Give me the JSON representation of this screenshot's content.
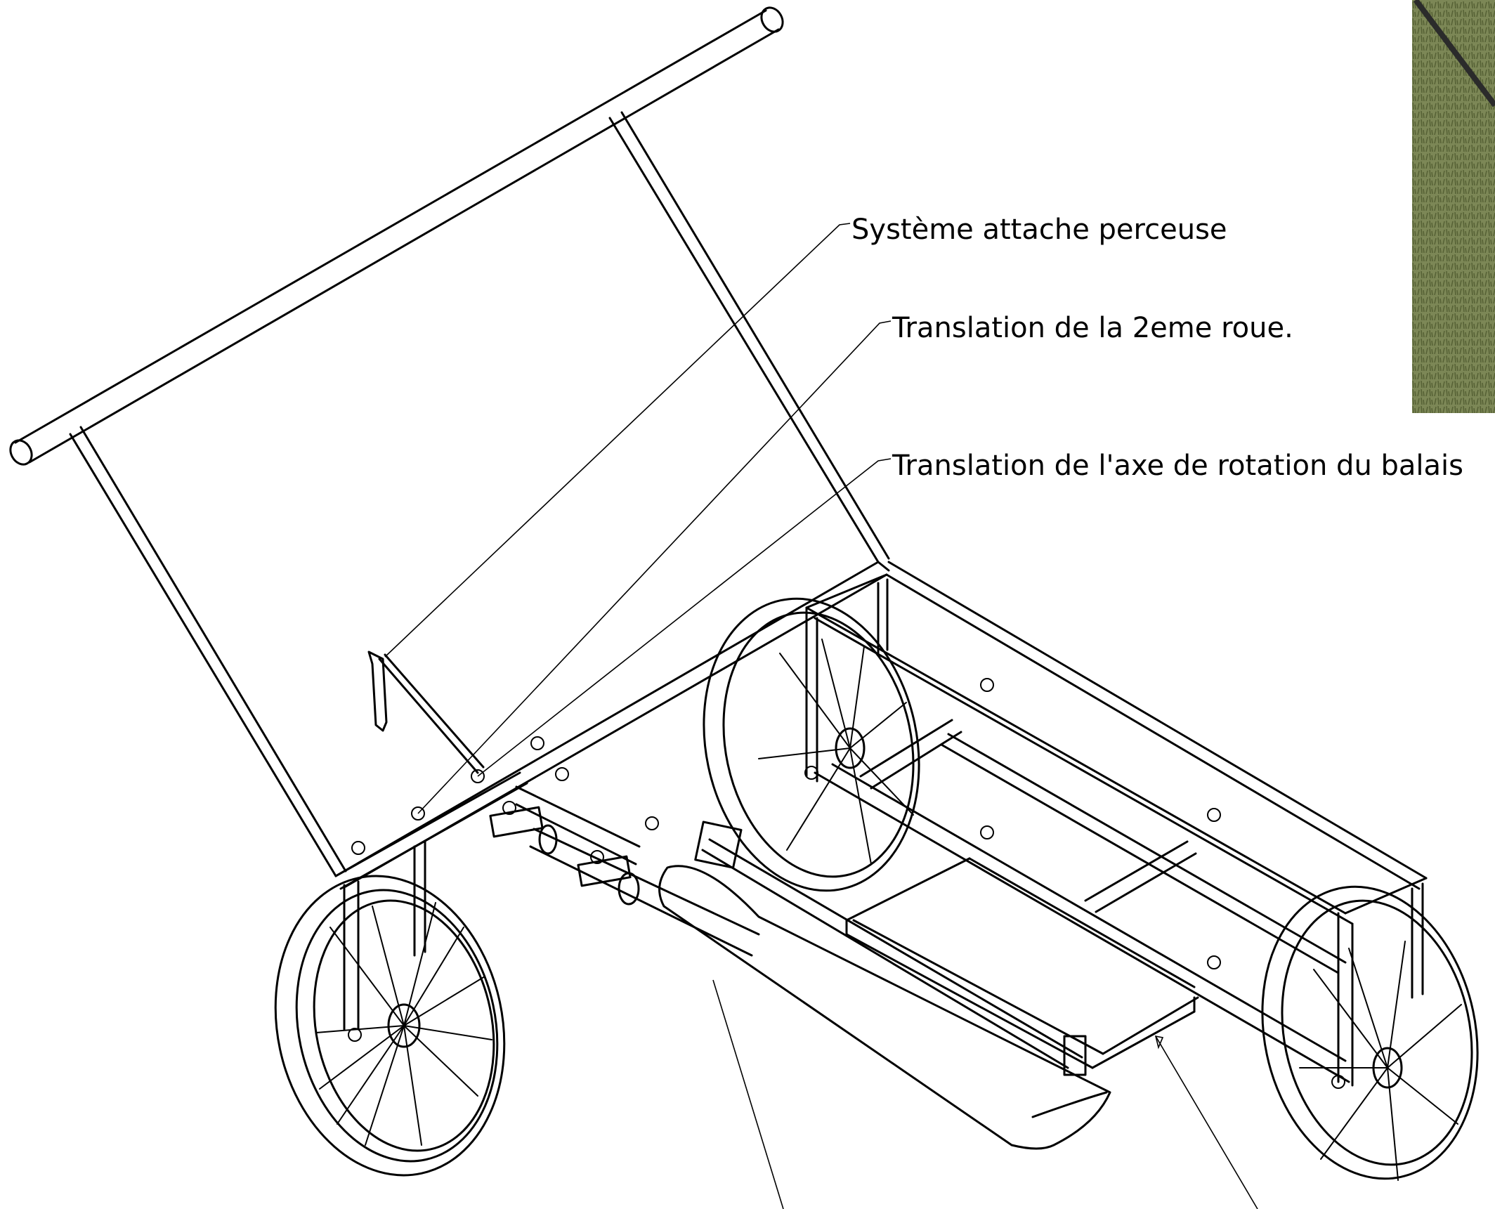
{
  "callouts": {
    "drill_attachment": "Système attache perceuse",
    "second_wheel_translation": "Translation de la 2eme roue.",
    "brush_axis_translation": "Translation de l'axe de rotation du balais"
  },
  "colors": {
    "line": "#000000",
    "background": "#ffffff",
    "photo_grass": "#6f7a4a"
  }
}
